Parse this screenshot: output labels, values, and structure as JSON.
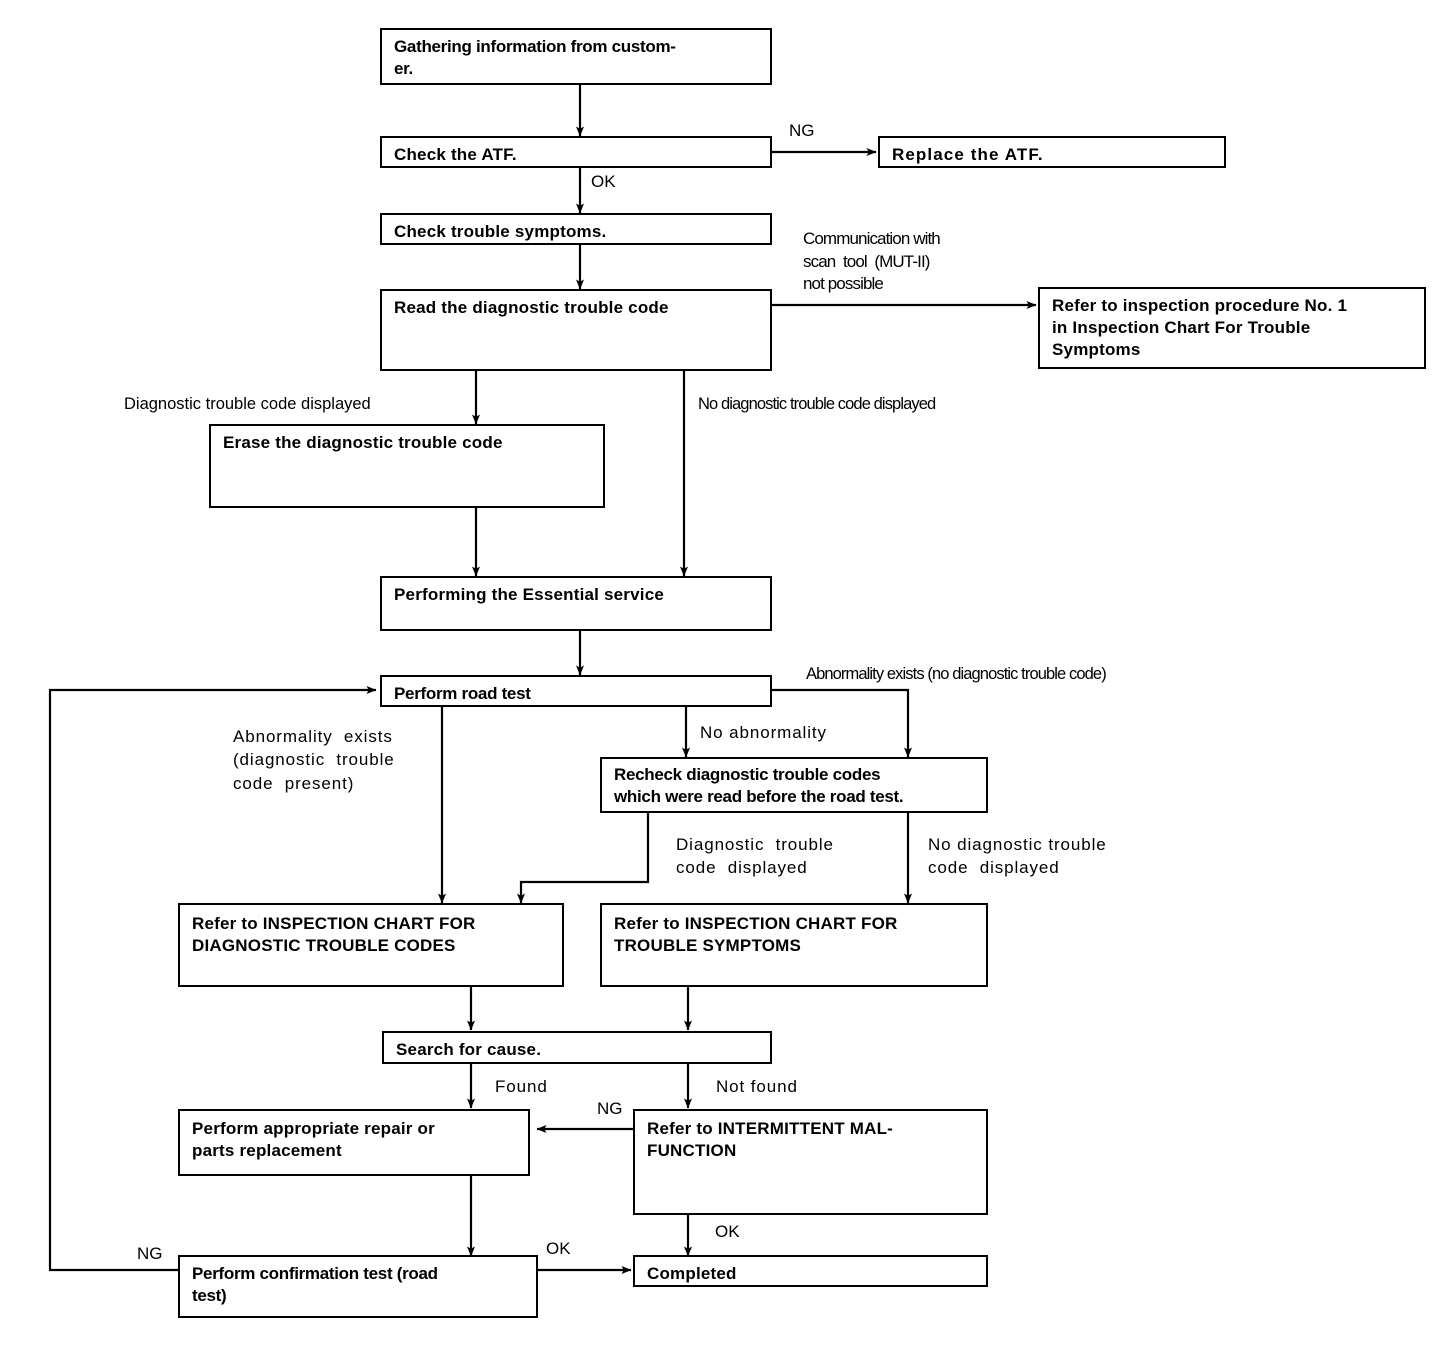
{
  "diagram": {
    "title": "Automatic transaxle diagnostic troubleshooting flowchart",
    "stroke_color": "#000000",
    "background_color": "#ffffff"
  },
  "nodes": [
    {
      "id": "gathering",
      "text": "Gathering information from custom-\ner."
    },
    {
      "id": "check_atf",
      "text": "Check the ATF."
    },
    {
      "id": "replace_atf",
      "text": "Replace the ATF."
    },
    {
      "id": "check_symptoms",
      "text": "Check trouble symptoms."
    },
    {
      "id": "read_dtc",
      "text": "Read  the  diagnostic  trouble  code"
    },
    {
      "id": "refer_proc1",
      "text": "Refer to inspection procedure No. 1\nin  Inspection  Chart  For  Trouble\nSymptoms"
    },
    {
      "id": "erase_dtc",
      "text": "Erase  the  diagnostic  trouble  code"
    },
    {
      "id": "essential",
      "text": "Performing  the  Essential  service"
    },
    {
      "id": "road_test",
      "text": "Perform road test"
    },
    {
      "id": "recheck",
      "text": "Recheck diagnostic trouble codes\nwhich were read before the road test."
    },
    {
      "id": "chart_dtc",
      "text": "Refer to INSPECTION CHART FOR\nDIAGNOSTIC TROUBLE CODES"
    },
    {
      "id": "chart_symptoms",
      "text": "Refer to INSPECTION CHART FOR\nTROUBLE SYMPTOMS"
    },
    {
      "id": "search_cause",
      "text": "Search for cause."
    },
    {
      "id": "repair",
      "text": "Perform  appropriate  repair  or\nparts replacement"
    },
    {
      "id": "intermittent",
      "text": "Refer  to  INTERMITTENT  MAL-\nFUNCTION"
    },
    {
      "id": "confirm_test",
      "text": "Perform confirmation test (road\ntest)"
    },
    {
      "id": "completed",
      "text": "Completed"
    }
  ],
  "edge_labels": [
    {
      "id": "ng_atf",
      "text": "NG"
    },
    {
      "id": "ok_atf",
      "text": "OK"
    },
    {
      "id": "comm_fail",
      "text": "Communication with\nscan  tool  (MUT-II)\nnot possible"
    },
    {
      "id": "dtc_displayed",
      "text": "Diagnostic trouble code displayed"
    },
    {
      "id": "no_dtc_displayed",
      "text": "No diagnostic trouble code displayed"
    },
    {
      "id": "abnormality_no_dtc",
      "text": "Abnormality exists (no diagnostic trouble code)"
    },
    {
      "id": "abnormality_dtc",
      "text": "Abnormality  exists\n(diagnostic  trouble\ncode  present)"
    },
    {
      "id": "no_abnormality",
      "text": "No abnormality"
    },
    {
      "id": "recheck_dtc_yes",
      "text": "Diagnostic  trouble\ncode  displayed"
    },
    {
      "id": "recheck_dtc_no",
      "text": "No diagnostic trouble\ncode  displayed"
    },
    {
      "id": "found",
      "text": "Found"
    },
    {
      "id": "not_found",
      "text": "Not found"
    },
    {
      "id": "ng_intermittent",
      "text": "NG"
    },
    {
      "id": "ok_intermittent",
      "text": "OK"
    },
    {
      "id": "ng_confirm",
      "text": "NG"
    },
    {
      "id": "ok_confirm",
      "text": "OK"
    }
  ]
}
